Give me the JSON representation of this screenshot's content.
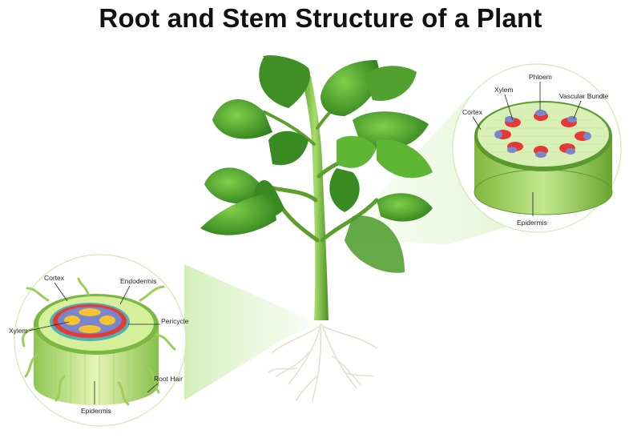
{
  "title": "Root and Stem Structure of a Plant",
  "stem_diagram": {
    "labels": {
      "phloem": "Phloem",
      "xylem": "Xylem",
      "vascular_bundle": "Vascular Bundle",
      "cortex": "Cortex",
      "epidermis": "Epidermis"
    }
  },
  "root_diagram": {
    "labels": {
      "cortex": "Cortex",
      "endodermis": "Endodermis",
      "xylem": "Xylem",
      "pericycle": "Pericycle",
      "root_hair": "Root Hair",
      "epidermis": "Epidermis"
    }
  },
  "colors": {
    "leaf_dark": "#2e7d1c",
    "leaf_light": "#6cbf3a",
    "stem_green": "#8ccf4e",
    "phloem_red": "#e53935",
    "xylem_blue": "#7986cb",
    "highlight_beam": "#d9f2c2"
  }
}
